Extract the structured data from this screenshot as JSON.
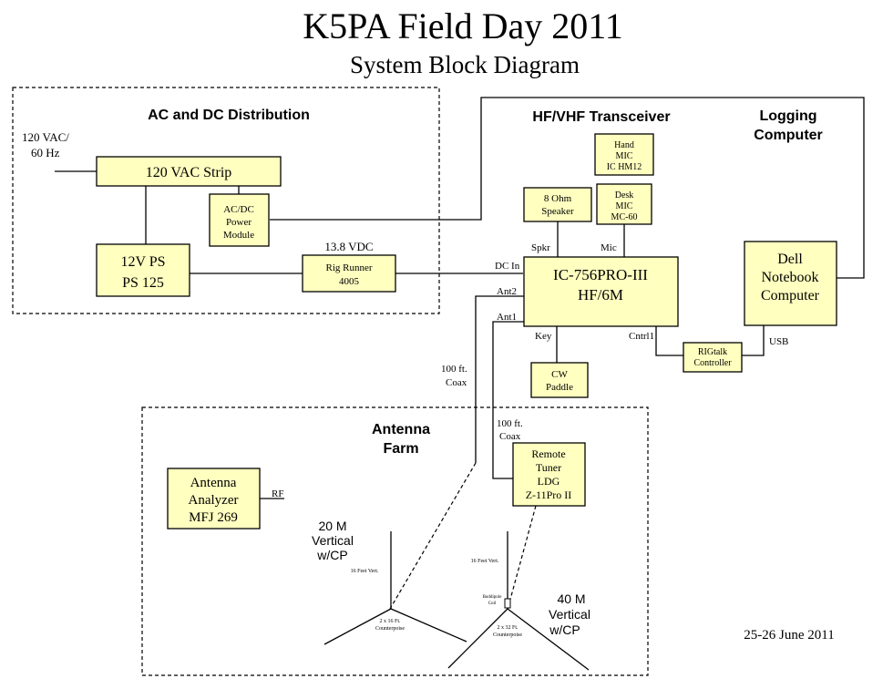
{
  "title": "K5PA Field Day 2011",
  "subtitle": "System Block Diagram",
  "date": "25-26 June 2011",
  "groups": {
    "ac_dc": "AC and DC Distribution",
    "transceiver": "HF/VHF Transceiver",
    "logging": [
      "Logging",
      "Computer"
    ],
    "antenna_farm": [
      "Antenna",
      "Farm"
    ]
  },
  "blocks": {
    "ac_strip": [
      "120 VAC Strip"
    ],
    "acdc_module": [
      "AC/DC",
      "Power",
      "Module"
    ],
    "ps125": [
      "12V PS",
      "PS 125"
    ],
    "rig_runner": [
      "Rig Runner",
      "4005"
    ],
    "hand_mic": [
      "Hand",
      "MIC",
      "IC HM12"
    ],
    "desk_mic": [
      "Desk",
      "MIC",
      "MC-60"
    ],
    "speaker": [
      "8 Ohm",
      "Speaker"
    ],
    "radio": [
      "IC-756PRO-III",
      "HF/6M"
    ],
    "cw_paddle": [
      "CW",
      "Paddle"
    ],
    "rigtalk": [
      "RIGtalk",
      "Controller"
    ],
    "dell": [
      "Dell",
      "Notebook",
      "Computer"
    ],
    "analyzer": [
      "Antenna",
      "Analyzer",
      "MFJ 269"
    ],
    "tuner": [
      "Remote",
      "Tuner",
      "LDG",
      "Z-11Pro II"
    ]
  },
  "labels": {
    "vac_in": [
      "120 VAC/",
      "60 Hz"
    ],
    "vdc": "13.8 VDC",
    "dc_in": "DC In",
    "ant2": "Ant2",
    "ant1": "Ant1",
    "spkr": "Spkr",
    "mic": "Mic",
    "key": "Key",
    "cntrl1": "Cntrl1",
    "usb": "USB",
    "coax_a": [
      "100 ft.",
      "Coax"
    ],
    "coax_b": [
      "100 ft.",
      "Coax"
    ],
    "rf": "RF",
    "ant20": [
      "20 M",
      "Vertical",
      "w/CP"
    ],
    "ant40": [
      "40 M",
      "Vertical",
      "w/CP"
    ],
    "vert16_a": "16 Feet Vert.",
    "vert16_b": "16 Feet Vert.",
    "cp16": [
      "2 x 16 Ft.",
      "Counterpoise"
    ],
    "cp32": [
      "2 x 32 Ft.",
      "Counterpoise"
    ],
    "coil": [
      "Buddipole",
      "Coil"
    ]
  }
}
